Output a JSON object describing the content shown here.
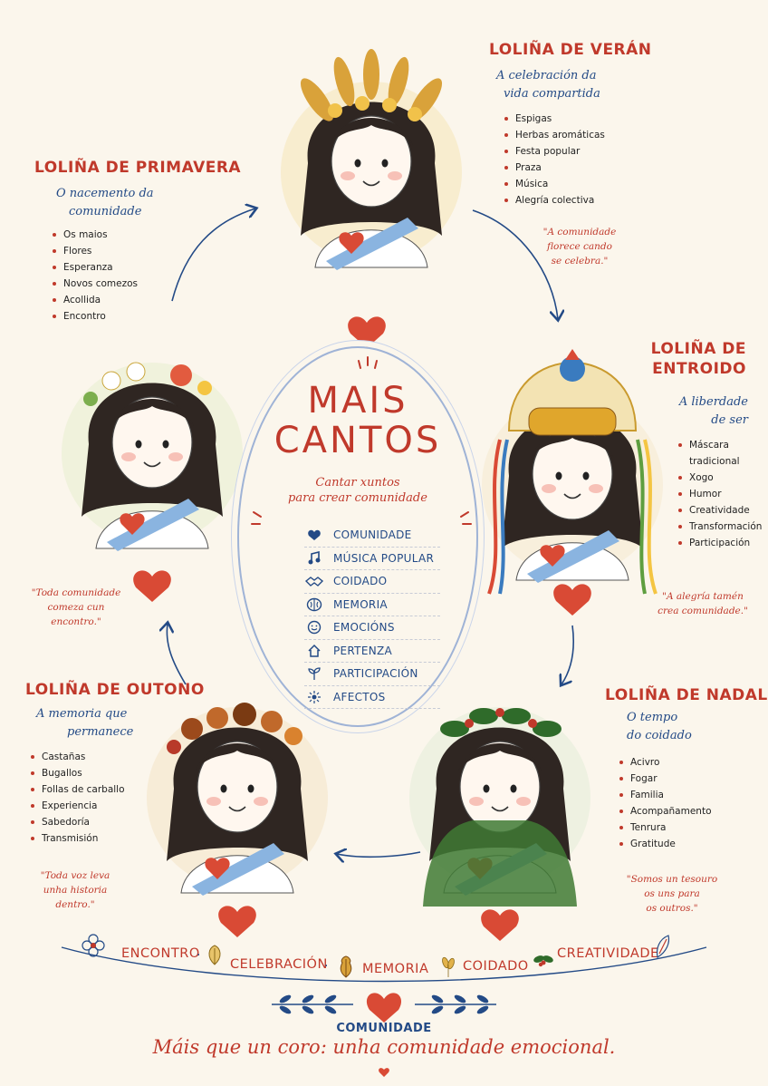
{
  "title_line1": "MAIS",
  "title_line2": "CANTOS",
  "subtitle_line1": "Cantar xuntos",
  "subtitle_line2": "para crear comunidade",
  "values": [
    {
      "label": "COMUNIDADE",
      "icon": "heart-icon"
    },
    {
      "label": "MÚSICA POPULAR",
      "icon": "music-note-icon"
    },
    {
      "label": "COIDADO",
      "icon": "handshake-icon"
    },
    {
      "label": "MEMORIA",
      "icon": "brain-icon"
    },
    {
      "label": "EMOCIÓNS",
      "icon": "smile-icon"
    },
    {
      "label": "PERTENZA",
      "icon": "house-icon"
    },
    {
      "label": "PARTICIPACIÓN",
      "icon": "sprout-icon"
    },
    {
      "label": "AFECTOS",
      "icon": "sparkle-icon"
    }
  ],
  "seasons": {
    "veran": {
      "title": "LOLIÑA DE VERÁN",
      "subtitle_1": "A celebración da",
      "subtitle_2": "vida compartida",
      "items": [
        "Espigas",
        "Herbas aromáticas",
        "Festa popular",
        "Praza",
        "Música",
        "Alegría colectiva"
      ],
      "quote_1": "\"A comunidade",
      "quote_2": "florece cando",
      "quote_3": "se celebra.\""
    },
    "primavera": {
      "title": "LOLIÑA DE PRIMAVERA",
      "subtitle_1": "O nacemento da",
      "subtitle_2": "comunidade",
      "items": [
        "Os maios",
        "Flores",
        "Esperanza",
        "Novos comezos",
        "Acollida",
        "Encontro"
      ],
      "quote_1": "\"Toda comunidade",
      "quote_2": "comeza cun",
      "quote_3": "encontro.\""
    },
    "entroido": {
      "title_1": "LOLIÑA DE",
      "title_2": "ENTROIDO",
      "subtitle_1": "A liberdade",
      "subtitle_2": "de ser",
      "items": [
        "Máscara",
        "tradicional",
        "Xogo",
        "Humor",
        "Creatividade",
        "Transformación",
        "Participación"
      ],
      "quote_1": "\"A alegría tamén",
      "quote_2": "crea comunidade.\""
    },
    "outono": {
      "title": "LOLIÑA DE OUTONO",
      "subtitle_1": "A memoria que",
      "subtitle_2": "permanece",
      "items": [
        "Castañas",
        "Bugallos",
        "Follas de carballo",
        "Experiencia",
        "Sabedoría",
        "Transmisión"
      ],
      "quote_1": "\"Toda voz leva",
      "quote_2": "unha historia",
      "quote_3": "dentro.\""
    },
    "nadal": {
      "title": "LOLIÑA DE NADAL",
      "subtitle_1": "O tempo",
      "subtitle_2": "do coidado",
      "items": [
        "Acivro",
        "Fogar",
        "Familia",
        "Acompañamento",
        "Tenrura",
        "Gratitude"
      ],
      "quote_1": "\"Somos un tesouro",
      "quote_2": "os uns para",
      "quote_3": "os outros.\""
    }
  },
  "bottom_words": [
    "ENCONTRO",
    "CELEBRACIÓN",
    "MEMORIA",
    "COIDADO",
    "CREATIVIDADE"
  ],
  "footer_label": "COMUNIDADE",
  "footer_motto": "Máis que un coro: unha comunidade emocional.",
  "colors": {
    "accent_red": "#c0392b",
    "accent_blue": "#234a86",
    "background": "#fbf6ec"
  }
}
